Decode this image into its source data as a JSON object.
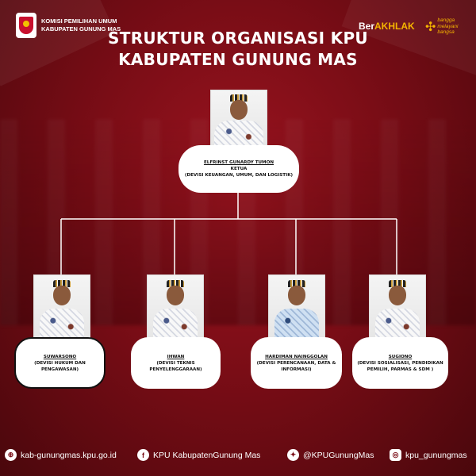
{
  "header": {
    "org_line1": "KOMISI PEMILIHAN UMUM",
    "org_line2": "KABUPATEN GUNUNG MAS",
    "ber": "Ber",
    "akhlak": "AKHLAK",
    "bangga_line1": "bangga",
    "bangga_line2": "melayani",
    "bangga_line3": "bangsa"
  },
  "title": {
    "line1": "STRUKTUR ORGANISASI KPU",
    "line2": "KABUPATEN GUNUNG MAS"
  },
  "chair": {
    "name": "ELFRINST GUNARDY TUMON",
    "role": "KETUA",
    "division": "(DEVISI KEUANGAN, UMUM, DAN LOGISTIK)"
  },
  "members": [
    {
      "name": "SUWARSONO",
      "division_line1": "(DEVISI HUKUM DAN",
      "division_line2": "PENGAWASAN)",
      "division_line3": ""
    },
    {
      "name": "IHWAN",
      "division_line1": "(DEVISI TEKNIS",
      "division_line2": "PENYELENGGARAAN)",
      "division_line3": ""
    },
    {
      "name": "HARDIMAN NAINGGOLAN",
      "division_line1": "(DEVISI PERENCANAAN, DATA &",
      "division_line2": "INFORMASI)",
      "division_line3": ""
    },
    {
      "name": "SUGIONO",
      "division_line1": "(DEVISI SOSIALISASI, PENDIDIKAN",
      "division_line2": "PEMILIH, PARMAS & SDM )",
      "division_line3": ""
    }
  ],
  "footer": {
    "website": "kab-gunungmas.kpu.go.id",
    "facebook": "KPU KabupatenGunung Mas",
    "twitter": "@KPUGunungMas",
    "instagram": "kpu_gunungmas"
  },
  "colors": {
    "background": "#7a0d16",
    "accent_gold": "#f4b400",
    "box": "#ffffff",
    "line": "#ffffff"
  },
  "icons": {
    "logo": "kpu-logo-icon",
    "web": "globe-icon",
    "facebook": "facebook-icon",
    "twitter": "twitter-icon",
    "instagram": "instagram-icon"
  }
}
